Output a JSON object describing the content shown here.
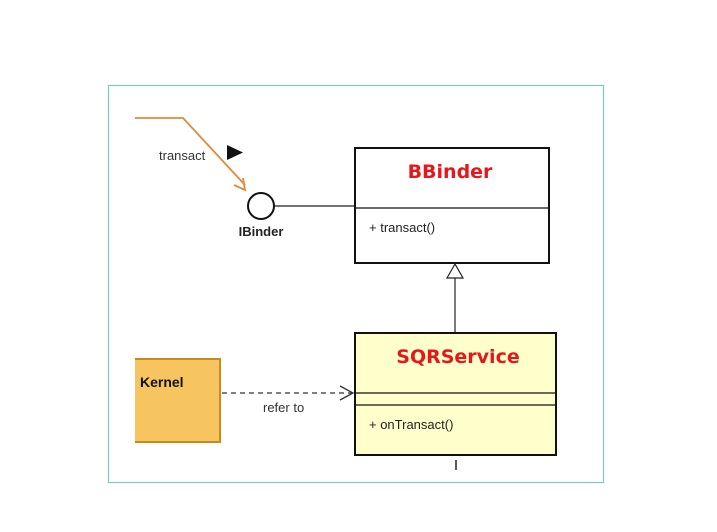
{
  "interface": {
    "name": "IBinder"
  },
  "call": {
    "label": "transact",
    "arrow": "▶"
  },
  "bbinder": {
    "title": "BBinder",
    "operation": "+ transact()"
  },
  "sqrservice": {
    "title": "SQRService",
    "operation": "+ onTransact()"
  },
  "kernel": {
    "title": "Kernel"
  },
  "dependency": {
    "label": "refer to"
  },
  "colors": {
    "frame": "#7ec8c4",
    "call_line": "#e08a3c",
    "title_red": "#e8161a",
    "bbinder_fill": "#ffffff",
    "sqrservice_fill": "#ffffcc",
    "kernel_fill": "#f7c560",
    "kernel_stroke": "#c98a1c"
  }
}
